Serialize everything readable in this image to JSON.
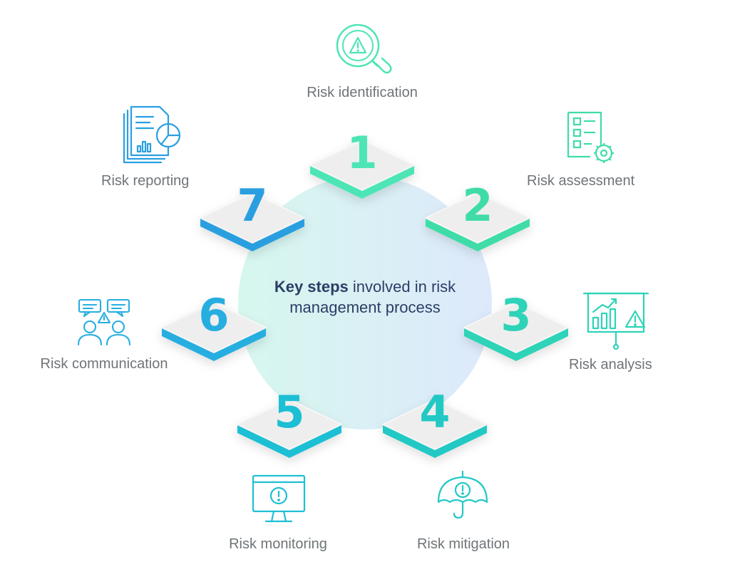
{
  "center": {
    "title_bold": "Key steps",
    "title_rest": " involved in risk management process"
  },
  "steps": [
    {
      "number": "1",
      "label": "Risk identification",
      "icon": "warning-magnifier-icon",
      "color": "#4de5b6"
    },
    {
      "number": "2",
      "label": "Risk assessment",
      "icon": "checklist-gear-icon",
      "color": "#3fdca8"
    },
    {
      "number": "3",
      "label": "Risk analysis",
      "icon": "chart-board-warning-icon",
      "color": "#2fd3b8"
    },
    {
      "number": "4",
      "label": "Risk mitigation",
      "icon": "umbrella-alert-icon",
      "color": "#22c9c4"
    },
    {
      "number": "5",
      "label": "Risk monitoring",
      "icon": "monitor-alert-icon",
      "color": "#1fbfd4"
    },
    {
      "number": "6",
      "label": "Risk communication",
      "icon": "people-discussion-icon",
      "color": "#27aee0"
    },
    {
      "number": "7",
      "label": "Risk reporting",
      "icon": "report-pie-chart-icon",
      "color": "#2a9fe0"
    }
  ],
  "colors": {
    "label_text": "#6f7478",
    "center_text": "#2b3e66",
    "tile_top": "#eeeeee",
    "circle_left": "#d9f7ef",
    "circle_right": "#dcebfb"
  }
}
